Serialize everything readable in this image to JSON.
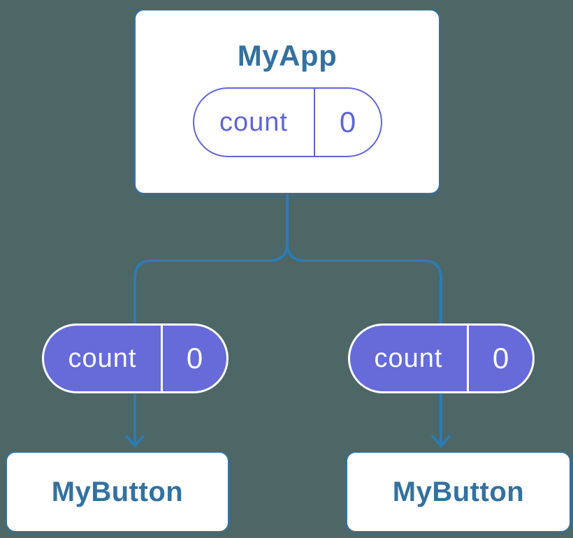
{
  "colors": {
    "background": "#4D6666",
    "line": "#2E7BB1",
    "card_border": "#2E74A8",
    "card_bg": "#FFFFFF",
    "node_label": "#33719F",
    "pill_outline": "#5F65D5",
    "pill_fill": "#666BD9",
    "pill_fill_text": "#FFFFFF"
  },
  "tree": {
    "root": {
      "label": "MyApp",
      "state": {
        "name": "count",
        "value": "0"
      }
    },
    "children": [
      {
        "label": "MyButton",
        "prop": {
          "name": "count",
          "value": "0"
        }
      },
      {
        "label": "MyButton",
        "prop": {
          "name": "count",
          "value": "0"
        }
      }
    ]
  }
}
